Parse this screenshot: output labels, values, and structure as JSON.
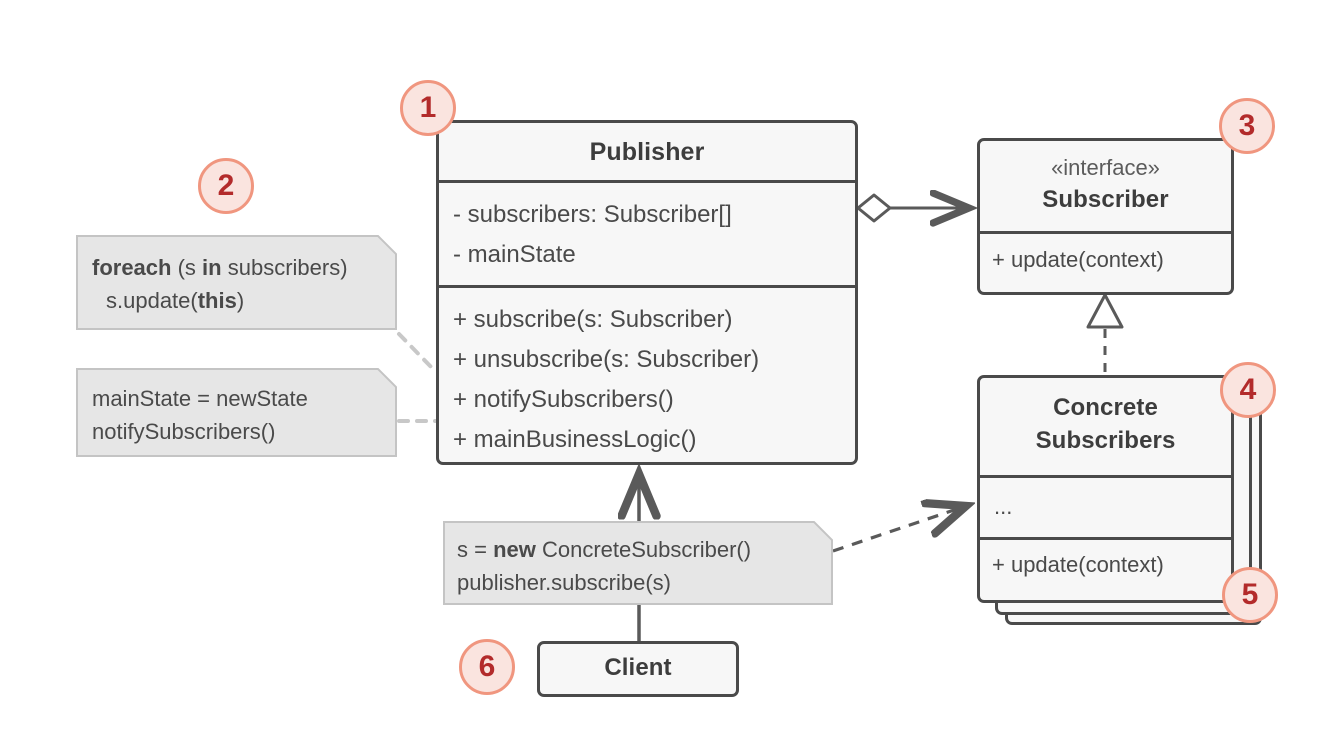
{
  "diagram": {
    "title": "Observer pattern UML class diagram",
    "colors": {
      "box_fill": "#f7f7f7",
      "box_stroke": "#4a4a4a",
      "note_fill": "#e6e6e6",
      "note_stroke": "#c4c4c4",
      "badge_fill": "#fae4df",
      "badge_stroke": "#f0967f",
      "badge_text": "#b32b2b",
      "connector": "#5a5a5a",
      "note_connector": "#c4c4c4",
      "background": "#ffffff"
    }
  },
  "classes": {
    "publisher": {
      "name": "Publisher",
      "attributes": [
        "- subscribers: Subscriber[]",
        "- mainState"
      ],
      "operations": [
        "+ subscribe(s: Subscriber)",
        "+ unsubscribe(s: Subscriber)",
        "+ notifySubscribers()",
        "+ mainBusinessLogic()"
      ]
    },
    "subscriber": {
      "stereotype": "«interface»",
      "name": "Subscriber",
      "operations": [
        "+ update(context)"
      ]
    },
    "concrete_subscribers": {
      "name_line1": "Concrete",
      "name_line2": "Subscribers",
      "attributes": [
        "..."
      ],
      "operations": [
        "+ update(context)"
      ]
    },
    "client": {
      "name": "Client"
    }
  },
  "notes": {
    "foreach": {
      "line1_pre": "foreach",
      "line1_mid": " (s ",
      "line1_in": "in",
      "line1_post": " subscribers)",
      "line2_pre": "s.update(",
      "line2_bold": "this",
      "line2_post": ")"
    },
    "main_state": {
      "line1": "mainState = newState",
      "line2": "notifySubscribers()"
    },
    "client_note": {
      "line1_pre": "s = ",
      "line1_bold": "new",
      "line1_post": " ConcreteSubscriber()",
      "line2": "publisher.subscribe(s)"
    }
  },
  "badges": [
    {
      "id": 1,
      "label": "1",
      "anchor": "publisher"
    },
    {
      "id": 2,
      "label": "2",
      "anchor": "foreach-note"
    },
    {
      "id": 3,
      "label": "3",
      "anchor": "subscriber"
    },
    {
      "id": 4,
      "label": "4",
      "anchor": "concrete-subscribers"
    },
    {
      "id": 5,
      "label": "5",
      "anchor": "concrete-subscribers-stack"
    },
    {
      "id": 6,
      "label": "6",
      "anchor": "client"
    }
  ],
  "relations": [
    {
      "from": "publisher",
      "to": "subscriber",
      "type": "aggregation",
      "marker_source": "open-diamond",
      "marker_target": "open-arrow",
      "style": "solid"
    },
    {
      "from": "concrete_subscribers",
      "to": "subscriber",
      "type": "realization",
      "marker_target": "hollow-triangle",
      "style": "dashed"
    },
    {
      "from": "client",
      "to": "publisher",
      "type": "association",
      "marker_target": "open-arrow",
      "style": "solid"
    },
    {
      "from": "client_note",
      "to": "concrete_subscribers",
      "type": "dependency",
      "marker_target": "open-arrow",
      "style": "dashed"
    }
  ]
}
